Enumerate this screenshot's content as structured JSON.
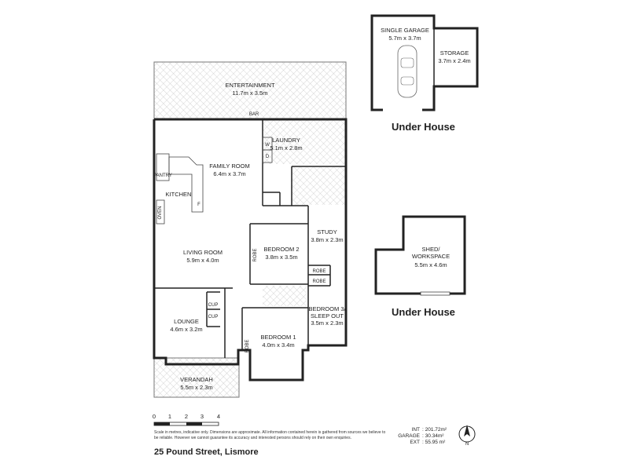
{
  "rooms": {
    "entertainment": {
      "name": "ENTERTAINMENT",
      "dims": "11.7m x 3.5m"
    },
    "bar": "BAR",
    "laundry": {
      "name": "LAUNDRY",
      "dims": "5.1m x 2.8m"
    },
    "w": "W",
    "d": "D",
    "family": {
      "name": "FAMILY ROOM",
      "dims": "6.4m x 3.7m"
    },
    "pantry": "PANTRY",
    "kitchen": "KITCHEN",
    "fridge": "F",
    "oven": "OVEN",
    "living": {
      "name": "LIVING  ROOM",
      "dims": "5.9m x 4.0m"
    },
    "bedroom2": {
      "name": "BEDROOM 2",
      "dims": "3.8m x 3.5m"
    },
    "robe": "ROBE",
    "study": {
      "name": "STUDY",
      "dims": "3.8m x 2.3m"
    },
    "cup": "CUP",
    "lounge": {
      "name": "LOUNGE",
      "dims": "4.6m x 3.2m"
    },
    "bedroom1": {
      "name": "BEDROOM 1",
      "dims": "4.0m x 3.4m"
    },
    "bedroom3": {
      "line1": "BEDROOM 3/",
      "line2": "SLEEP OUT",
      "dims": "3.5m x 2.3m"
    },
    "verandah": {
      "name": "VERANDAH",
      "dims": "5.5m x 2.3m"
    },
    "garage": {
      "name": "SINGLE GARAGE",
      "dims": "5.7m x 3.7m"
    },
    "storage": {
      "name": "STORAGE",
      "dims": "3.7m x 2.4m"
    },
    "shed": {
      "line1": "SHED/",
      "line2": "WORKSPACE",
      "dims": "5.5m x 4.6m"
    }
  },
  "captions": {
    "under_house_1": "Under House",
    "under_house_2": "Under House"
  },
  "scale": {
    "ticks": [
      "0",
      "1",
      "2",
      "3",
      "4"
    ]
  },
  "disclaimer": "Scale in metres, indicative only. Dimensions are approximate. All information contained herein is gathered from sources we believe to be reliable. However we cannot guarantee its accuracy and interested persons should rely on their own enquiries.",
  "areas": [
    {
      "label": "INT",
      "value": ": 201.72m²"
    },
    {
      "label": "GARAGE",
      "value": ": 30.34m²"
    },
    {
      "label": "EXT",
      "value": ": 55.95 m²"
    }
  ],
  "compass": "N",
  "address": "25 Pound Street, Lismore",
  "colors": {
    "wall": "#222222",
    "hatch": "#bbbbbb"
  }
}
